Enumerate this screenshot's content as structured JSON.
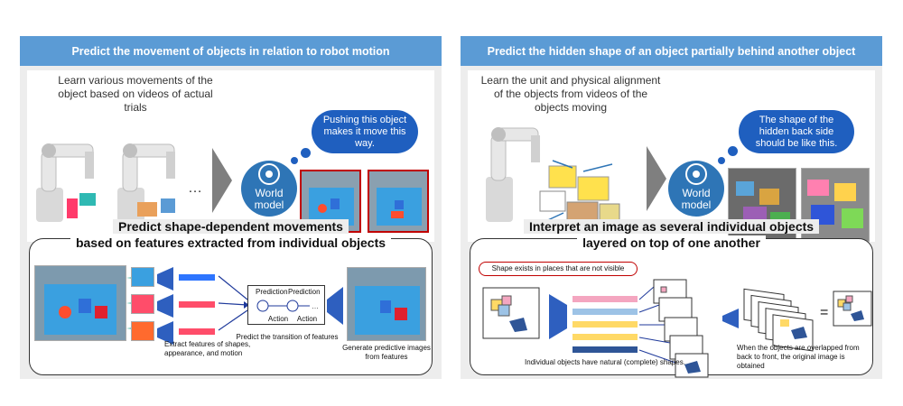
{
  "left": {
    "banner": "Predict the movement of objects in relation to robot motion",
    "learn_text": "Learn various movements of the object based on videos of actual trials",
    "ellipsis": "…",
    "bubble": "Pushing this object makes it move this way.",
    "world_model": "World model",
    "heading_line1": "Predict shape-dependent movements",
    "heading_line2": "based on features extracted from individual objects",
    "extract_label": "Extract features of shapes, appearance, and motion",
    "predict_label": "Predict the transition of features",
    "generate_label": "Generate predictive images from features",
    "prediction_label": "Prediction",
    "action_label": "Action",
    "colors": {
      "feature_bar_blue": "#2e75ff",
      "feature_bar_red": "#ff4d6a",
      "accent": "#1f5fbf"
    }
  },
  "right": {
    "banner": "Predict the hidden shape of an object partially behind another object",
    "learn_text": "Learn the unit and physical alignment of the objects from videos of the objects moving",
    "bubble": "The shape of the hidden back side should be like this.",
    "world_model": "World model",
    "heading_line1": "Interpret an image as several individual objects",
    "heading_line2": "layered on top of one another",
    "callout": "Shape exists in places that are not visible",
    "natural_label": "Individual objects have natural (complete) shapes.",
    "overlap_label": "When the objects are overlapped from back to front, the original image is obtained",
    "equals": "=",
    "colors": {
      "bar_pink": "#f4a6c0",
      "bar_blue": "#9dc3e6",
      "bar_yellow": "#ffd966",
      "bar_blue_dark": "#2f5597",
      "callout_border": "#c00000"
    }
  }
}
